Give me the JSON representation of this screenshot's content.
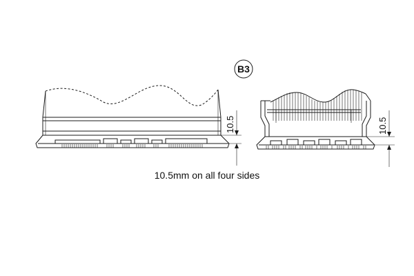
{
  "badge": {
    "label": "B3"
  },
  "dimensions": {
    "left_view_value": "10.5",
    "right_view_value": "10.5"
  },
  "caption": "10.5mm on all four sides"
}
